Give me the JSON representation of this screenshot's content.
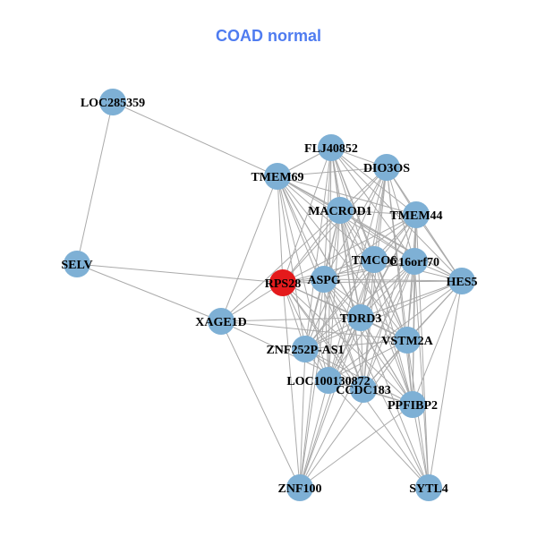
{
  "title": "COAD normal",
  "colors": {
    "node": "#7EB0D5",
    "highlight": "#E41A1C",
    "edge": "#AAAAAA",
    "title": "#4F7CF0"
  },
  "nodes": [
    {
      "id": "LOC285359",
      "highlight": false
    },
    {
      "id": "FLJ40852",
      "highlight": false
    },
    {
      "id": "DIO3OS",
      "highlight": false
    },
    {
      "id": "TMEM69",
      "highlight": false
    },
    {
      "id": "MACROD1",
      "highlight": false
    },
    {
      "id": "TMEM44",
      "highlight": false
    },
    {
      "id": "SELV",
      "highlight": false
    },
    {
      "id": "TMCO6",
      "highlight": false
    },
    {
      "id": "C16orf70",
      "highlight": false
    },
    {
      "id": "HES5",
      "highlight": false
    },
    {
      "id": "RPS28",
      "highlight": true
    },
    {
      "id": "ASPG",
      "highlight": false
    },
    {
      "id": "TDRD3",
      "highlight": false
    },
    {
      "id": "XAGE1D",
      "highlight": false
    },
    {
      "id": "VSTM2A",
      "highlight": false
    },
    {
      "id": "ZNF252P-AS1",
      "highlight": false
    },
    {
      "id": "LOC100130872",
      "highlight": false
    },
    {
      "id": "CCDC183",
      "highlight": false
    },
    {
      "id": "PPFIBP2",
      "highlight": false
    },
    {
      "id": "ZNF100",
      "highlight": false
    },
    {
      "id": "SYTL4",
      "highlight": false
    }
  ],
  "core_clique": [
    "FLJ40852",
    "DIO3OS",
    "TMEM69",
    "MACROD1",
    "TMEM44",
    "TMCO6",
    "C16orf70",
    "HES5",
    "RPS28",
    "ASPG",
    "TDRD3",
    "VSTM2A",
    "ZNF252P-AS1",
    "LOC100130872",
    "CCDC183",
    "PPFIBP2"
  ],
  "edges": [
    [
      "LOC285359",
      "TMEM69"
    ],
    [
      "LOC285359",
      "SELV"
    ],
    [
      "SELV",
      "RPS28"
    ],
    [
      "SELV",
      "XAGE1D"
    ],
    [
      "XAGE1D",
      "TMEM69"
    ],
    [
      "XAGE1D",
      "RPS28"
    ],
    [
      "XAGE1D",
      "TDRD3"
    ],
    [
      "XAGE1D",
      "VSTM2A"
    ],
    [
      "XAGE1D",
      "ZNF100"
    ],
    [
      "XAGE1D",
      "CCDC183"
    ],
    [
      "XAGE1D",
      "MACROD1"
    ],
    [
      "ZNF100",
      "RPS28"
    ],
    [
      "ZNF100",
      "ASPG"
    ],
    [
      "ZNF100",
      "TDRD3"
    ],
    [
      "ZNF100",
      "ZNF252P-AS1"
    ],
    [
      "ZNF100",
      "LOC100130872"
    ],
    [
      "ZNF100",
      "TMCO6"
    ],
    [
      "ZNF100",
      "VSTM2A"
    ],
    [
      "ZNF100",
      "PPFIBP2"
    ],
    [
      "ZNF100",
      "C16orf70"
    ],
    [
      "ZNF100",
      "MACROD1"
    ],
    [
      "SYTL4",
      "HES5"
    ],
    [
      "SYTL4",
      "PPFIBP2"
    ],
    [
      "SYTL4",
      "VSTM2A"
    ],
    [
      "SYTL4",
      "TDRD3"
    ],
    [
      "SYTL4",
      "ASPG"
    ],
    [
      "SYTL4",
      "RPS28"
    ],
    [
      "SYTL4",
      "C16orf70"
    ],
    [
      "SYTL4",
      "TMEM44"
    ],
    [
      "SYTL4",
      "LOC100130872"
    ]
  ]
}
